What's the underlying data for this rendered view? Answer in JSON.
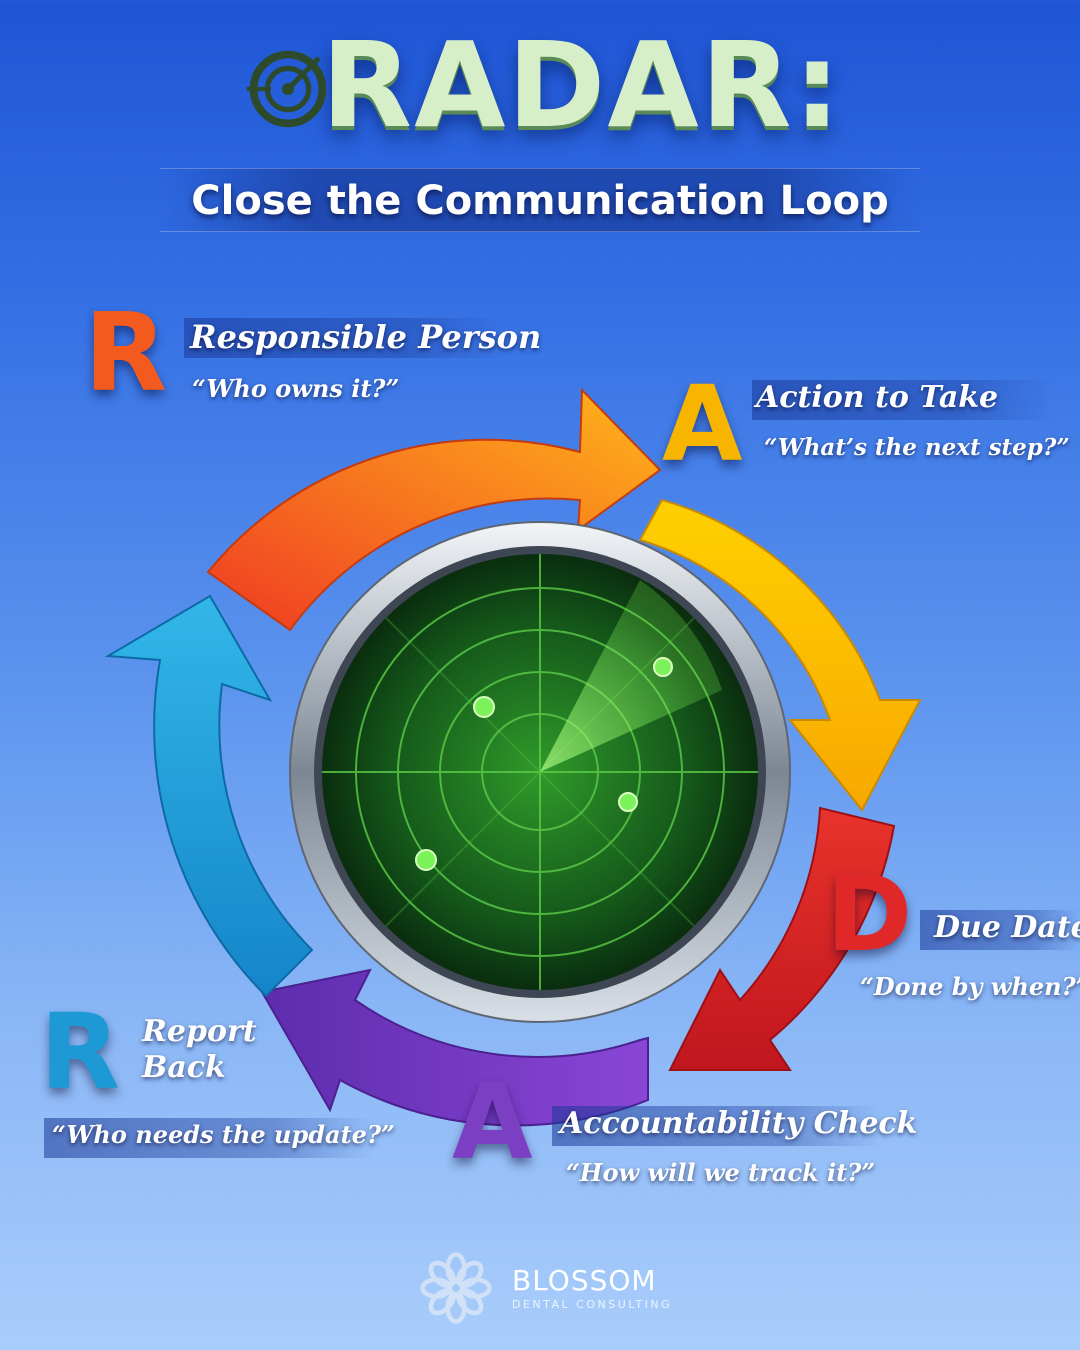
{
  "header": {
    "title": "RADAR:",
    "subtitle": "Close the Communication Loop"
  },
  "steps": [
    {
      "letter": "R",
      "label": "Responsible Person",
      "question": "“Who owns it?”",
      "color": "#f25a1e"
    },
    {
      "letter": "A",
      "label": "Action to Take",
      "question": "“What’s the next step?”",
      "color": "#f7b500"
    },
    {
      "letter": "D",
      "label": "Due Date",
      "question": "“Done by when?”",
      "color": "#e02828"
    },
    {
      "letter": "A",
      "label": "Accountability Check",
      "question": "“How will we track it?”",
      "color": "#7b3fc4"
    },
    {
      "letter": "R",
      "label_line1": "Report",
      "label_line2": "Back",
      "question": "“Who needs the update?”",
      "color": "#1d9ad6"
    }
  ],
  "radar": {
    "color": "#1f7a1f",
    "blip_color": "#6ee64a"
  },
  "brand": {
    "name": "BLOSSOM",
    "tagline": "DENTAL CONSULTING"
  }
}
